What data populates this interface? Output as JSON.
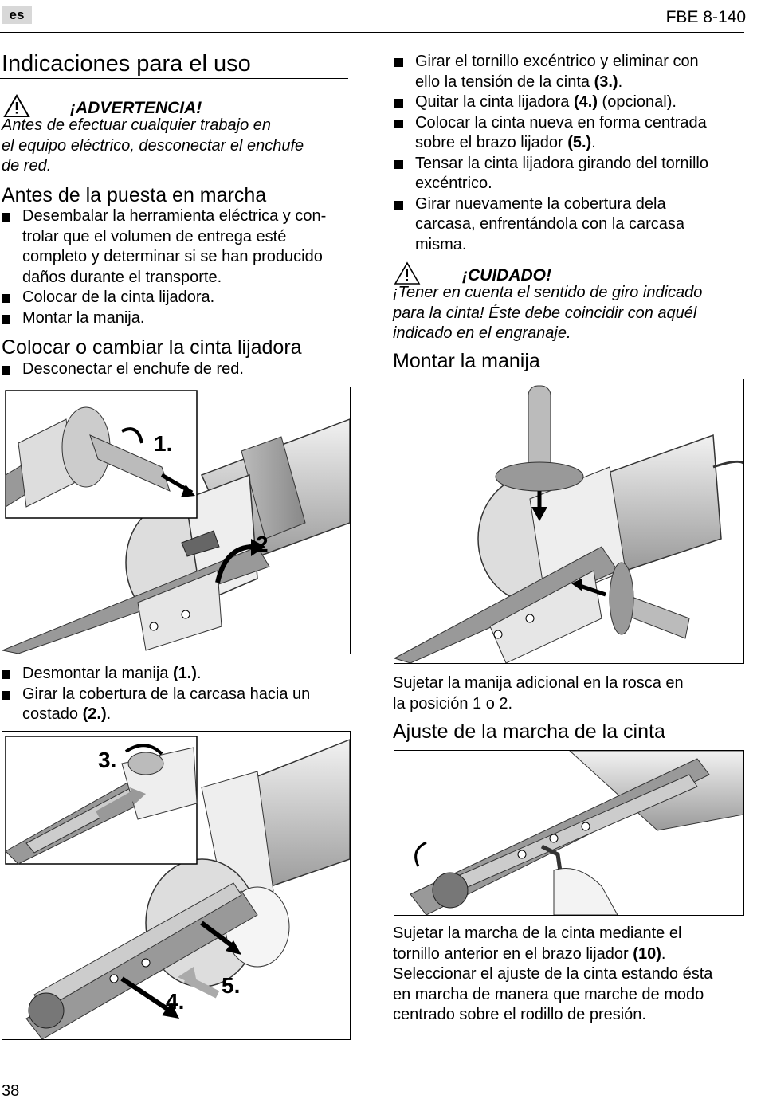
{
  "header": {
    "lang": "es",
    "model": "FBE 8-140",
    "page_number": "38"
  },
  "left": {
    "title": "Indicaciones para el uso",
    "warning": {
      "label": "¡ADVERTENCIA!",
      "text_lines": [
        "Antes de efectuar cualquier trabajo en",
        "el equipo eléctrico, desconectar el enchufe",
        "de red."
      ]
    },
    "startup": {
      "heading": "Antes de la puesta en marcha",
      "items": [
        [
          "Desembalar la herramienta eléctrica y con-",
          "trolar que el volumen de entrega esté",
          "completo y determinar si se han producido",
          "daños durante el transporte."
        ],
        [
          "Colocar de la cinta lijadora."
        ],
        [
          "Montar la manija."
        ]
      ]
    },
    "change_belt": {
      "heading": "Colocar o cambiar la cinta lijadora",
      "items": [
        [
          "Desconectar el enchufe de red."
        ]
      ]
    },
    "fig1": {
      "label1": "1.",
      "label2": "2"
    },
    "after_fig1": {
      "item1_text": "Desmontar la manija ",
      "item1_ref": "(1.)",
      "item1_end": ".",
      "item2_line1": "Girar la cobertura de la carcasa hacia un",
      "item2_line2": "costado ",
      "item2_ref": "(2.)",
      "item2_end": "."
    },
    "fig2": {
      "label3": "3.",
      "label4": "4.",
      "label5": "5."
    }
  },
  "right": {
    "items": [
      {
        "lines": [
          "Girar el tornillo excéntrico y eliminar con",
          "ello la tensión de la cinta "
        ],
        "ref": "(3.)",
        "end": "."
      },
      {
        "lines": [
          "Quitar la cinta lijadora "
        ],
        "ref": "(4.)",
        "end": " (opcional)."
      },
      {
        "lines": [
          "Colocar la cinta nueva en forma centrada",
          "sobre el brazo lijador "
        ],
        "ref": "(5.)",
        "end": "."
      },
      {
        "lines": [
          "Tensar la cinta lijadora girando del tornillo",
          "excéntrico."
        ],
        "ref": "",
        "end": ""
      },
      {
        "lines": [
          "Girar nuevamente la cobertura dela",
          "carcasa, enfrentándola con la carcasa",
          "misma."
        ],
        "ref": "",
        "end": ""
      }
    ],
    "caution": {
      "label": "¡CUIDADO!",
      "text_lines": [
        "¡Tener en cuenta el sentido de giro indicado",
        "para la cinta! Éste debe coincidir con aquél",
        "indicado en el engranaje."
      ]
    },
    "handle": {
      "heading": "Montar la manija",
      "caption_lines": [
        "Sujetar la manija adicional en la rosca en",
        "la posición 1 o 2."
      ]
    },
    "tracking": {
      "heading": "Ajuste de la marcha de la cinta",
      "para_line1": "Sujetar la marcha de la cinta mediante el",
      "para_line2": "tornillo anterior en el brazo lijador ",
      "para_ref": "(10)",
      "para_end": ".",
      "para_rest": [
        "Seleccionar el ajuste de la cinta estando ésta",
        "en marcha de manera que marche de modo",
        "centrado sobre el rodillo de presión."
      ]
    }
  }
}
